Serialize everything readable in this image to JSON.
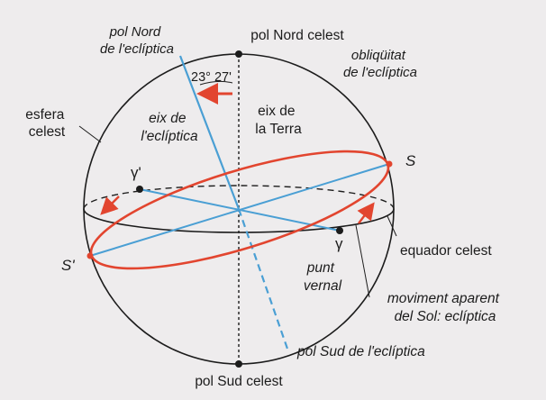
{
  "labels": {
    "ecliptic_north_pole": [
      "pol Nord",
      "de l'eclíptica"
    ],
    "celestial_north_pole": "pol Nord celest",
    "obliquity": [
      "obliqüitat",
      "de l'eclíptica"
    ],
    "obliquity_angle": "23° 27'",
    "celestial_sphere": [
      "esfera",
      "celest"
    ],
    "ecliptic_axis": [
      "eix de",
      "l'eclíptica"
    ],
    "earth_axis": [
      "eix de",
      "la Terra"
    ],
    "point_S": "S",
    "point_gamma_prime": "γ'",
    "point_gamma": "γ",
    "point_S_prime": "S'",
    "celestial_equator": "equador celest",
    "vernal_point": [
      "punt",
      "vernal"
    ],
    "apparent_sun_motion": [
      "moviment aparent",
      "del Sol: eclíptica"
    ],
    "ecliptic_south_pole": "pol Sud de l'eclíptica",
    "celestial_south_pole": "pol Sud celest"
  },
  "colors": {
    "background": "#eeeced",
    "ink": "#1c1c1c",
    "ecliptic": "#e2452f",
    "ecliptic_axis": "#4a9fd4"
  }
}
